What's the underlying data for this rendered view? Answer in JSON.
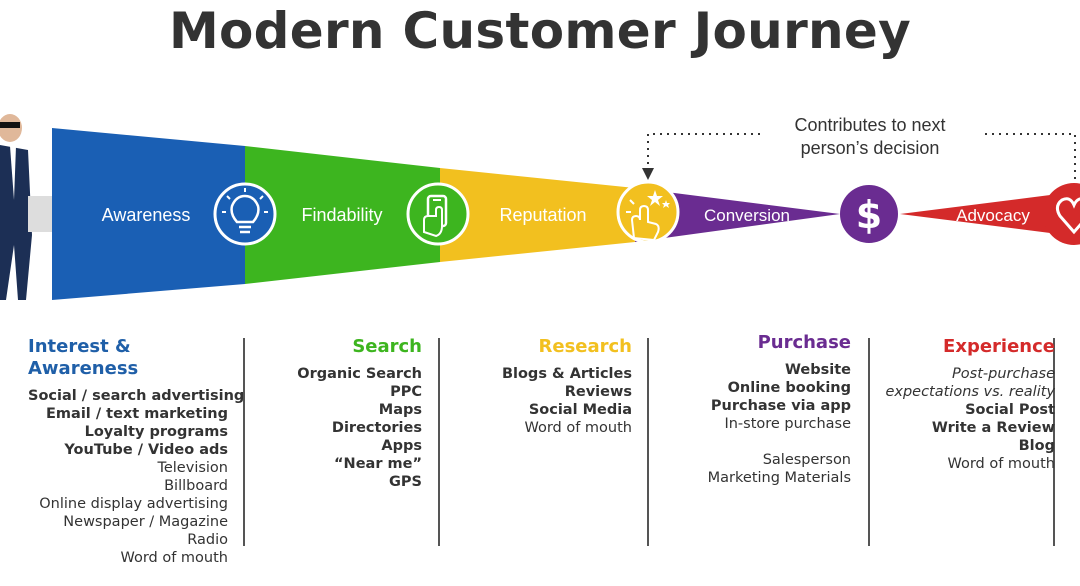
{
  "title": "Modern Customer Journey",
  "loop_note": [
    "Contributes to next",
    "person’s decision"
  ],
  "stages": [
    {
      "label": "Awareness",
      "icon": "lightbulb-icon",
      "color": "#1a5fb4"
    },
    {
      "label": "Findability",
      "icon": "smartphone-touch-icon",
      "color": "#3db51f"
    },
    {
      "label": "Reputation",
      "icon": "review-stars-icon",
      "color": "#f2c01f"
    },
    {
      "label": "Conversion",
      "icon": "dollar-icon",
      "color": "#6a2c91"
    },
    {
      "label": "Advocacy",
      "icon": "heart-icon",
      "color": "#d42a2a"
    }
  ],
  "columns": [
    {
      "heading": "Interest & Awareness",
      "color": "#1f5fa8",
      "items": [
        {
          "text": "Social / search advertising",
          "style": "b"
        },
        {
          "text": "Email / text marketing",
          "style": "b"
        },
        {
          "text": "Loyalty programs",
          "style": "b"
        },
        {
          "text": "YouTube / Video ads",
          "style": "b"
        },
        {
          "text": "Television",
          "style": ""
        },
        {
          "text": "Billboard",
          "style": ""
        },
        {
          "text": "Online display advertising",
          "style": ""
        },
        {
          "text": "Newspaper / Magazine",
          "style": ""
        },
        {
          "text": "Radio",
          "style": ""
        },
        {
          "text": "Word of mouth",
          "style": ""
        }
      ]
    },
    {
      "heading": "Search",
      "color": "#3db51f",
      "items": [
        {
          "text": "Organic Search",
          "style": "b"
        },
        {
          "text": "PPC",
          "style": "b"
        },
        {
          "text": "Maps",
          "style": "b"
        },
        {
          "text": "Directories",
          "style": "b"
        },
        {
          "text": "Apps",
          "style": "b"
        },
        {
          "text": "“Near me”",
          "style": "b"
        },
        {
          "text": "GPS",
          "style": "b"
        }
      ]
    },
    {
      "heading": "Research",
      "color": "#f2c01f",
      "items": [
        {
          "text": "Blogs & Articles",
          "style": "b"
        },
        {
          "text": "Reviews",
          "style": "b"
        },
        {
          "text": "Social Media",
          "style": "b"
        },
        {
          "text": "Word of mouth",
          "style": ""
        }
      ]
    },
    {
      "heading": "Purchase",
      "color": "#6a2c91",
      "items": [
        {
          "text": "Website",
          "style": "b"
        },
        {
          "text": "Online booking",
          "style": "b"
        },
        {
          "text": "Purchase via app",
          "style": "b"
        },
        {
          "text": "In-store purchase",
          "style": ""
        },
        {
          "text": "",
          "style": "gap"
        },
        {
          "text": "Salesperson",
          "style": ""
        },
        {
          "text": "Marketing Materials",
          "style": ""
        }
      ]
    },
    {
      "heading": "Experience",
      "color": "#d42a2a",
      "items": [
        {
          "text": "Post-purchase",
          "style": "i"
        },
        {
          "text": "expectations vs. reality",
          "style": "i"
        },
        {
          "text": "Social Post",
          "style": "b"
        },
        {
          "text": "Write a Review",
          "style": "b"
        },
        {
          "text": "Blog",
          "style": "b"
        },
        {
          "text": "Word of mouth",
          "style": ""
        }
      ]
    }
  ]
}
